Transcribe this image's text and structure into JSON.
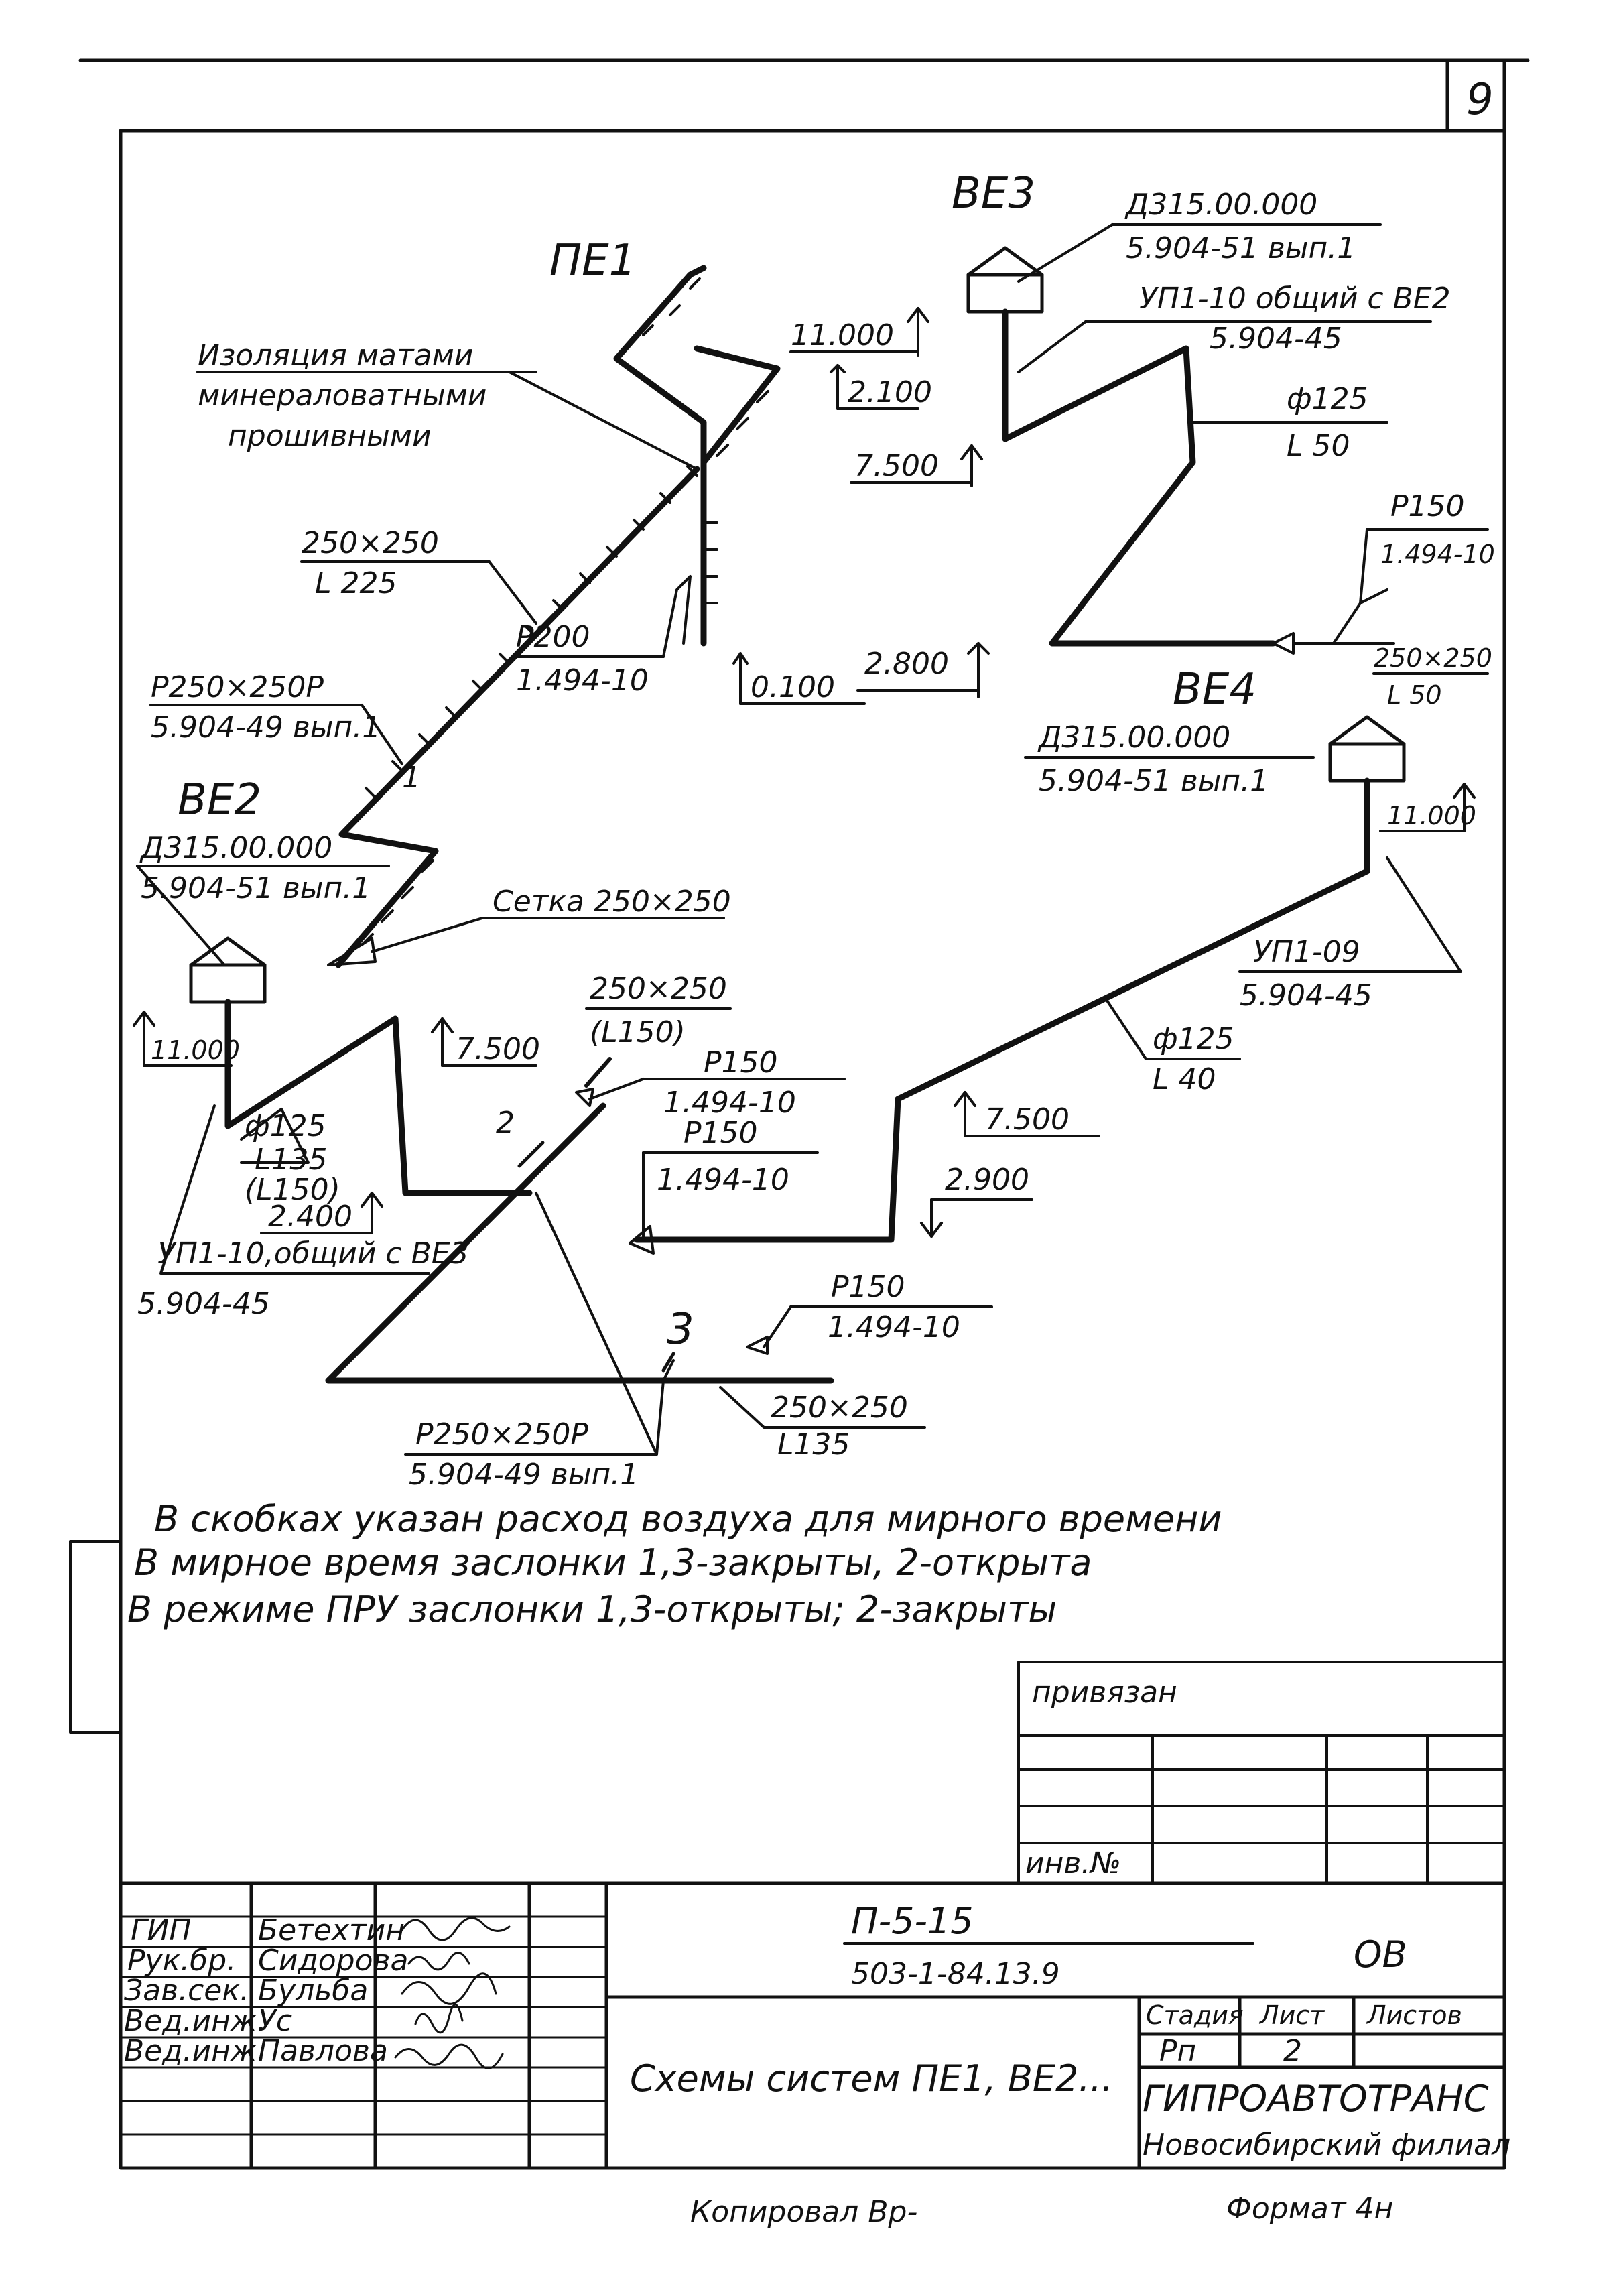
{
  "sheet": {
    "number": "9",
    "format": "Формат 4н",
    "copied": "Копировал Вр-"
  },
  "systems": {
    "pe1": "ПЕ1",
    "ve2": "ВЕ2",
    "ve3": "ВЕ3",
    "ve4": "ВЕ4"
  },
  "labels": {
    "insulation": [
      "Изоляция матами",
      "минераловатными",
      "прошивными"
    ],
    "ve3_fan": [
      "Д315.00.000",
      "5.904-51 вып.1"
    ],
    "ve3_up": [
      "УП1-10 общий с ВЕ2",
      "5.904-45"
    ],
    "ve3_duct": [
      "ф125",
      "L 50"
    ],
    "ve3_valve": [
      "Р150",
      "1.494-10"
    ],
    "ve3_grille": [
      "250×250",
      "L 50"
    ],
    "ve4_fan": [
      "Д315.00.000",
      "5.904-51 вып.1"
    ],
    "ve4_up": [
      "УП1-09",
      "5.904-45"
    ],
    "ve4_duct": [
      "ф125",
      "L 40"
    ],
    "pe1_duct": [
      "250×250",
      "L 225"
    ],
    "pe1_damper": [
      "Р250×250Р",
      "5.904-49 вып.1"
    ],
    "pe1_valve": [
      "Р200",
      "1.494-10"
    ],
    "ve2_fan": [
      "Д315.00.000",
      "5.904-51 вып.1"
    ],
    "ve2_net": "Сетка 250×250",
    "ve2_grille": [
      "250×250",
      "(L150)"
    ],
    "ve2_valve1": [
      "Р150",
      "1.494-10"
    ],
    "ve2_valve2": [
      "Р150",
      "1.494-10"
    ],
    "ve2_valve3": [
      "Р150",
      "1.494-10"
    ],
    "ve2_duct": [
      "ф125",
      "L135",
      "(L150)"
    ],
    "ve2_up": [
      "УП1-10,общий с ВЕ3",
      "5.904-45"
    ],
    "bottom_damper": [
      "Р250×250Р",
      "5.904-49 вып.1"
    ],
    "bottom_grille": [
      "250×250",
      "L135"
    ],
    "marks": [
      "1",
      "2",
      "3"
    ]
  },
  "levels": {
    "l11a": "11.000",
    "l2100": "2.100",
    "l7500a": "7.500",
    "l0100": "0.100",
    "l2800": "2.800",
    "l11b": "11.000",
    "l11c": "11.000",
    "l7500b": "7.500",
    "l2400": "2.400",
    "l7500c": "7.500",
    "l2900": "2.900"
  },
  "notes": [
    "В скобках указан расход воздуха для мирного времени",
    "В мирное время заслонки 1,3-закрыты, 2-открыта",
    "В режиме ПРУ заслонки 1,3-открыты; 2-закрыты"
  ],
  "binding": {
    "title": "привязан",
    "inv": "инв.№"
  },
  "title_block": {
    "code1": "П-5-15",
    "code2": "503-1-84.13.9",
    "section": "ОВ",
    "drawing_title": "Схемы систем ПЕ1, ВЕ2...",
    "stage_hdr": "Стадия",
    "sheet_hdr": "Лист",
    "sheets_hdr": "Листов",
    "stage": "Рп",
    "sheet": "2",
    "org": "ГИПРОАВТОТРАНС",
    "branch": "Новосибирский филиал",
    "roles": [
      {
        "role": "ГИП",
        "name": "Бетехтин"
      },
      {
        "role": "Рук.бр.",
        "name": "Сидорова"
      },
      {
        "role": "Зав.сек.",
        "name": "Бульба"
      },
      {
        "role": "Вед.инж.",
        "name": "Ус"
      },
      {
        "role": "Вед.инж.",
        "name": "Павлова"
      }
    ]
  }
}
